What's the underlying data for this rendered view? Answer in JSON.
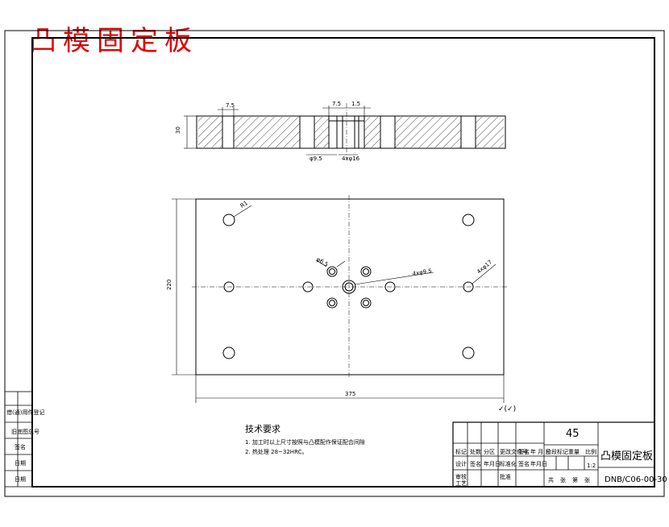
{
  "drawing_title_red": "凸模固定板",
  "dimensions": {
    "small_top": [
      "7.5",
      "7.5",
      "1.5"
    ],
    "bottom_hole_notes": [
      "φ9.5",
      "4xφ16"
    ],
    "radius_note": "R1",
    "holes_note_center": "φ6.5",
    "right_note_1": "4xφ9.5",
    "right_note_2": "4xφ17",
    "width_total": "375",
    "height_total": "220",
    "thickness": "30"
  },
  "roughness_note": "✓(✓)",
  "tech_requirements": {
    "title": "技术要求",
    "items": [
      "1. 加工时以上尺寸按照与凸模配作保证配合间隙",
      "2. 热处理 28~32HRC。"
    ]
  },
  "title_block": {
    "material": "45",
    "part_name": "凸模固定板",
    "drawing_number": "DNB/C06-00-30",
    "scale": "1:2",
    "row_labels": [
      "标记",
      "处数",
      "分区",
      "更改文件号",
      "签名",
      "年 月 日"
    ],
    "row_labels_2": [
      "设计",
      "签名",
      "年月日",
      "标准化",
      "签名",
      "年月日"
    ],
    "stage_labels": [
      "阶段标记",
      "重量",
      "比例"
    ],
    "bottom_labels": [
      "审核",
      "工艺",
      "批准"
    ],
    "sheet_labels": [
      "共",
      "张",
      "第",
      "张"
    ]
  },
  "left_strip": {
    "labels": [
      "借(通)用件登记",
      "旧底图总号",
      "签名",
      "日期",
      "日期"
    ]
  }
}
